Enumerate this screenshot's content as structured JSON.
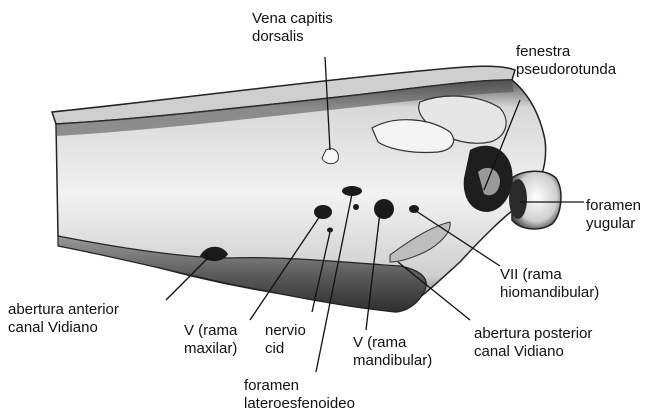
{
  "labels": {
    "vena_capitis": "Vena capitis\ndorsalis",
    "fenestra": "fenestra\npseudorotunda",
    "foramen_yugular": "foramen\nyugular",
    "vii_hiomandibular": "VII (rama\nhiomandibular)",
    "abertura_posterior": "abertura posterior\ncanal Vidiano",
    "v_mandibular": "V (rama\nmandibular)",
    "foramen_lateroesfenoideo": "foramen\nlateroesfenoideo",
    "nervio_cid": "nervio\ncid",
    "v_maxilar": "V (rama\nmaxilar)",
    "abertura_anterior": "abertura anterior\ncanal Vidiano"
  },
  "colors": {
    "ink": "#111111",
    "specimen_light": "#ededed",
    "specimen_shadow": "#3a3a3a",
    "background": "#ffffff"
  }
}
